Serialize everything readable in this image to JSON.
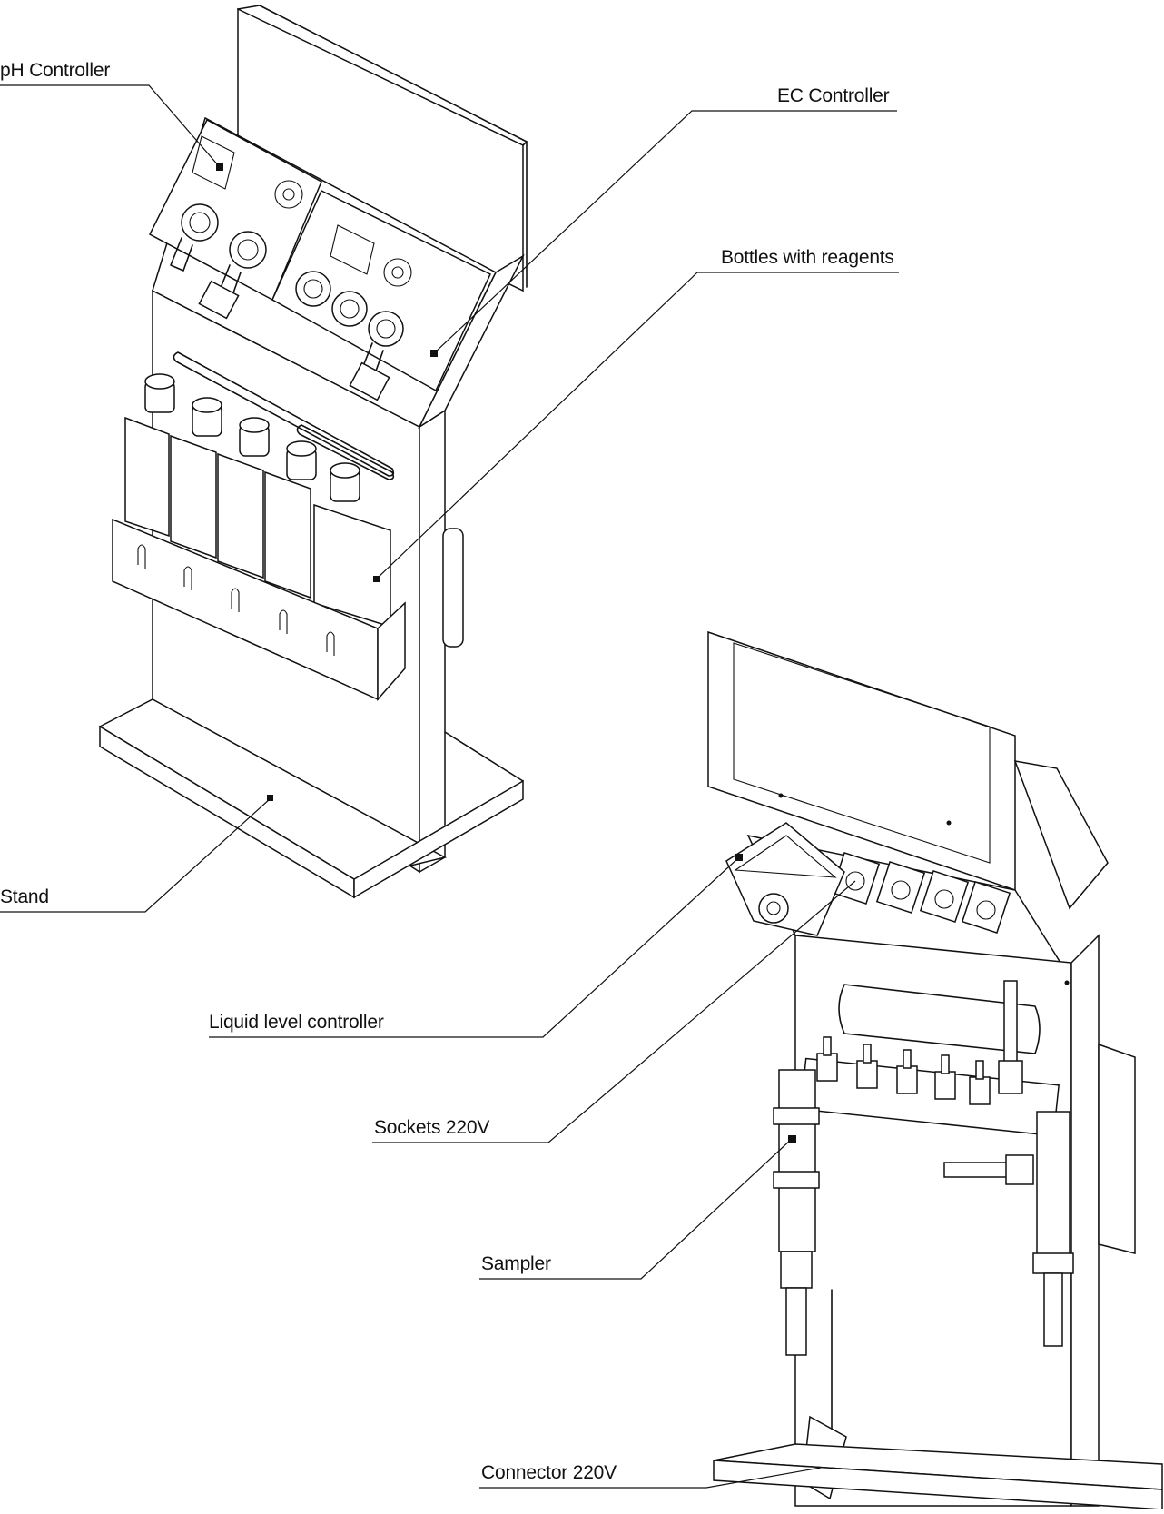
{
  "labels": {
    "ph_controller": "pH Controller",
    "ec_controller": "EC Controller",
    "bottles": "Bottles with reagents",
    "stand": "Stand",
    "liquid_level": "Liquid level controller",
    "sockets": "Sockets 220V",
    "sampler": "Sampler",
    "connector": "Connector 220V"
  },
  "colors": {
    "line": "#111111",
    "background": "#ffffff"
  }
}
